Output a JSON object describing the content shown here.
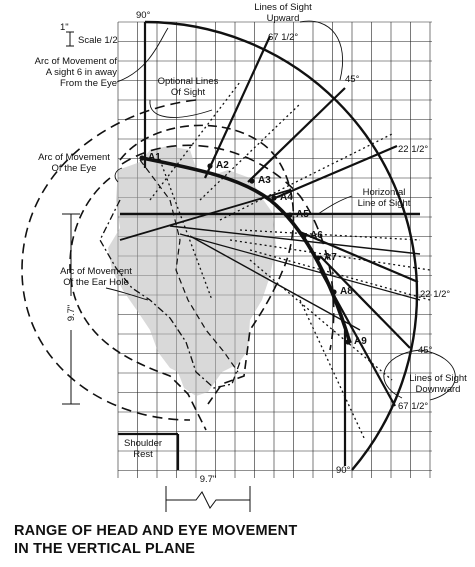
{
  "diagram": {
    "title_line1": "RANGE OF HEAD AND EYE MOVEMENT",
    "title_line2": "IN THE VERTICAL PLANE",
    "scale": "Scale 1/2",
    "scale_marker": "1\"",
    "arc_sight_label": [
      "Arc of Movement of",
      "A sight 6 in away",
      "From the Eye"
    ],
    "optional_lines_label": [
      "Optional Lines",
      "Of Sight"
    ],
    "arc_eye_label": [
      "Arc of Movement",
      "Of the Eye"
    ],
    "arc_ear_label": [
      "Arc of Movement",
      "Of the Ear Hole"
    ],
    "upward_label": [
      "Lines of Sight",
      "Upward"
    ],
    "downward_label": [
      "Lines of Sight",
      "Downward"
    ],
    "horizontal_label": [
      "Horizontal",
      "Line of Sight"
    ],
    "shoulder_label": [
      "Shoulder",
      "Rest"
    ],
    "dim_vertical": "9.7\"",
    "dim_horizontal": "9.7\"",
    "angle_labels": [
      "90°",
      "67 1/2°",
      "45°",
      "22 1/2°",
      "22 1/2°",
      "45°",
      "67 1/2°",
      "90°"
    ],
    "points": [
      "A1",
      "A2",
      "A3",
      "A4",
      "A5",
      "A6",
      "A7",
      "A8",
      "A9"
    ]
  }
}
